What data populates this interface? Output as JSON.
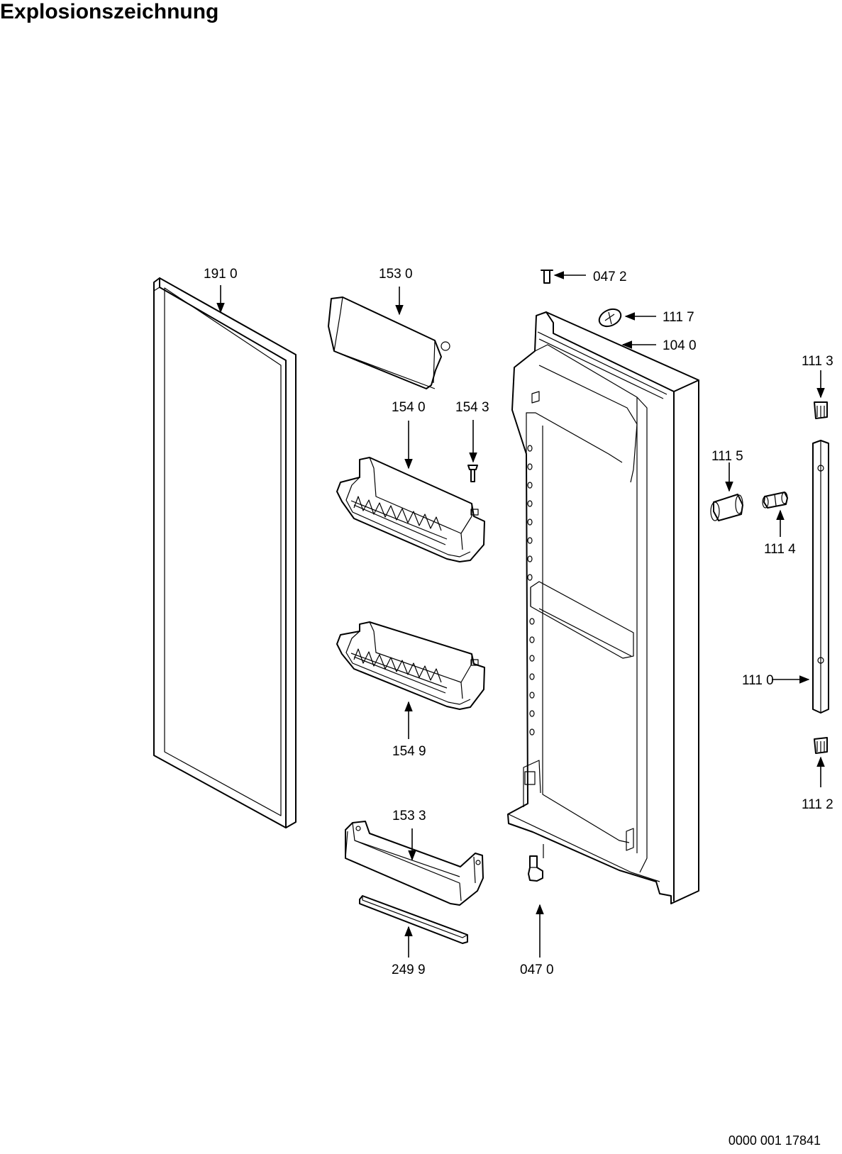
{
  "title": "Explosionszeichnung",
  "document_number": "0000 001 17841",
  "parts": [
    {
      "id": "191_0",
      "label": "191 0"
    },
    {
      "id": "153_0",
      "label": "153 0"
    },
    {
      "id": "047_2",
      "label": "047 2"
    },
    {
      "id": "111_7",
      "label": "111 7"
    },
    {
      "id": "104_0",
      "label": "104 0"
    },
    {
      "id": "111_3",
      "label": "111 3"
    },
    {
      "id": "154_0",
      "label": "154 0"
    },
    {
      "id": "154_3",
      "label": "154 3"
    },
    {
      "id": "111_5",
      "label": "111 5"
    },
    {
      "id": "111_4",
      "label": "111 4"
    },
    {
      "id": "111_0",
      "label": "111 0"
    },
    {
      "id": "154_9",
      "label": "154 9"
    },
    {
      "id": "111_2",
      "label": "111 2"
    },
    {
      "id": "153_3",
      "label": "153 3"
    },
    {
      "id": "249_9",
      "label": "249 9"
    },
    {
      "id": "047_0",
      "label": "047 0"
    }
  ]
}
